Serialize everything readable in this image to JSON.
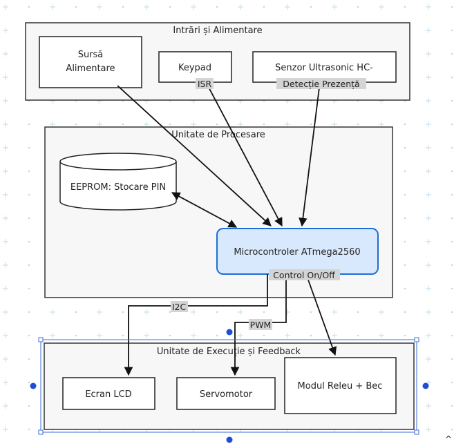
{
  "groups": {
    "inputs": {
      "title": "Intrări și Alimentare"
    },
    "processing": {
      "title": "Unitate de Procesare"
    },
    "execution": {
      "title": "Unitate de Execuție și Feedback"
    }
  },
  "nodes": {
    "power_supply": {
      "line1": "Sursă",
      "line2": "Alimentare"
    },
    "keypad": {
      "label": "Keypad"
    },
    "sensor": {
      "label": "Senzor Ultrasonic HC-"
    },
    "eeprom": {
      "label": "EEPROM: Stocare PIN"
    },
    "mcu": {
      "label": "Microcontroler ATmega2560"
    },
    "lcd": {
      "label": "Ecran LCD"
    },
    "servo": {
      "label": "Servomotor"
    },
    "relay": {
      "label": "Modul Releu + Bec"
    }
  },
  "edges": {
    "keypad_label": "ISR",
    "sensor_label": "Detecție Prezență",
    "mcu_control_label": "Control On/Off",
    "lcd_label": "I2C",
    "servo_label": "PWM"
  },
  "colors": {
    "highlight_fill": "#d8e9fd",
    "highlight_stroke": "#1c6ed4",
    "selection": "#1d4fd6"
  }
}
